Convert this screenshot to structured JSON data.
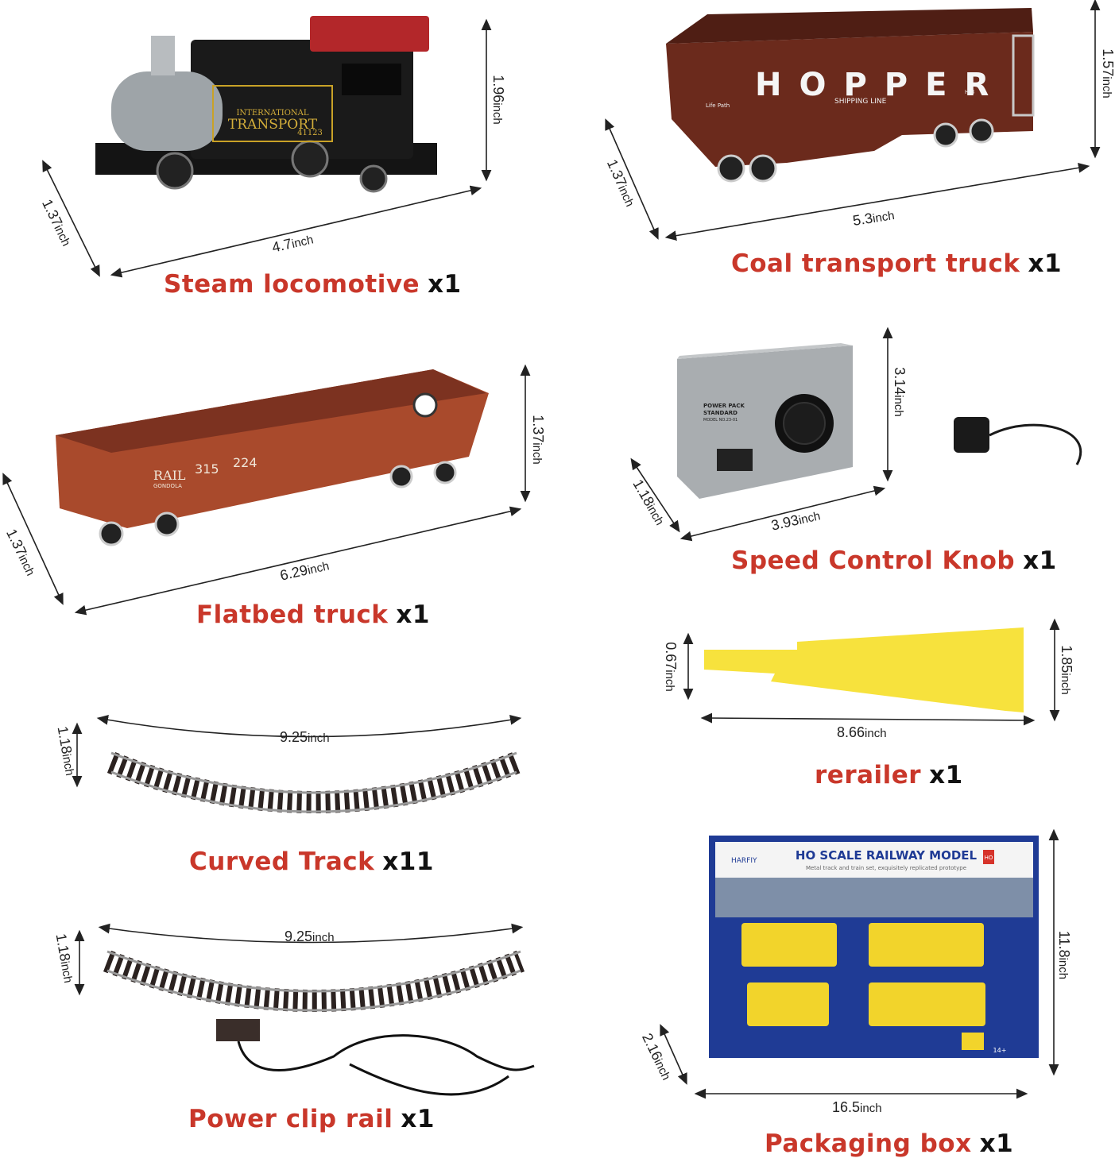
{
  "items": [
    {
      "name": "Steam locomotive",
      "qty": "x1",
      "dims": {
        "length": "4.7",
        "height": "1.96",
        "width": "1.37"
      },
      "body_text": [
        "INTERNATIONAL",
        "TRANSPORT",
        "41123"
      ]
    },
    {
      "name": "Coal transport truck",
      "qty": "x1",
      "dims": {
        "length": "5.3",
        "height": "1.57",
        "width": "1.37"
      },
      "body_text": [
        "HOPPER",
        "Life Path",
        "SHIPPING LINE",
        "H-8"
      ]
    },
    {
      "name": "Flatbed truck",
      "qty": "x1",
      "dims": {
        "length": "6.29",
        "height": "1.37",
        "width": "1.37"
      },
      "body_text": [
        "RAIL",
        "GONDOLA",
        "315",
        "224"
      ]
    },
    {
      "name": "Speed Control Knob",
      "qty": "x1",
      "dims": {
        "length": "3.93",
        "height": "3.14",
        "width": "1.18"
      },
      "body_text": [
        "POWER PACK",
        "STANDARD",
        "MODEL NO.23-01"
      ]
    },
    {
      "name": "rerailer",
      "qty": "x1",
      "dims": {
        "length": "8.66",
        "height": "1.85",
        "width": "0.67"
      }
    },
    {
      "name": "Curved Track",
      "qty": "x11",
      "dims": {
        "length": "9.25",
        "width": "1.18"
      }
    },
    {
      "name": "Power clip rail",
      "qty": "x1",
      "dims": {
        "length": "9.25",
        "width": "1.18"
      }
    },
    {
      "name": "Packaging box",
      "qty": "x1",
      "dims": {
        "length": "16.5",
        "height": "11.8",
        "width": "2.16"
      },
      "body_text": [
        "HO SCALE RAILWAY MODEL",
        "Metal track and train set, exquisitely replicated prototype",
        "HARFIY",
        "HO",
        "14+"
      ]
    }
  ],
  "unit": "inch",
  "colors": {
    "title_red": "#c9372a",
    "qty_black": "#111111",
    "track": "#2b2220",
    "box_blue": "#1f3b95",
    "box_yellow": "#f2d42b",
    "rerailer_yellow": "#f7e23d",
    "car_red": "#a94a2c",
    "hopper_brown": "#6b2a1c"
  }
}
